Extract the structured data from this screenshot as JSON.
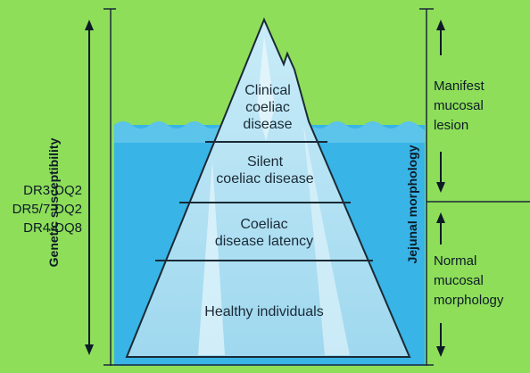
{
  "diagram": {
    "tiers": [
      {
        "lines": [
          "Clinical",
          "coeliac",
          "disease"
        ]
      },
      {
        "lines": [
          "Silent",
          "coeliac disease"
        ]
      },
      {
        "lines": [
          "Coeliac",
          "disease latency"
        ]
      },
      {
        "lines": [
          "Healthy individuals"
        ]
      }
    ],
    "left_labels": [
      "DR3-DQ2",
      "DR5/7-DQ2",
      "DR4-DQ8"
    ],
    "left_axis_label": "Genetic susceptibility",
    "right_axis_label": "Jejunal morphology",
    "right_top_lines": [
      "Manifest",
      "mucosal",
      "lesion"
    ],
    "right_bottom_lines": [
      "Normal",
      "mucosal",
      "morphology"
    ],
    "colors": {
      "background": "#8ede5a",
      "water": "#38b4e6",
      "iceberg": "#aadff3",
      "outline": "#1a2a36"
    }
  }
}
